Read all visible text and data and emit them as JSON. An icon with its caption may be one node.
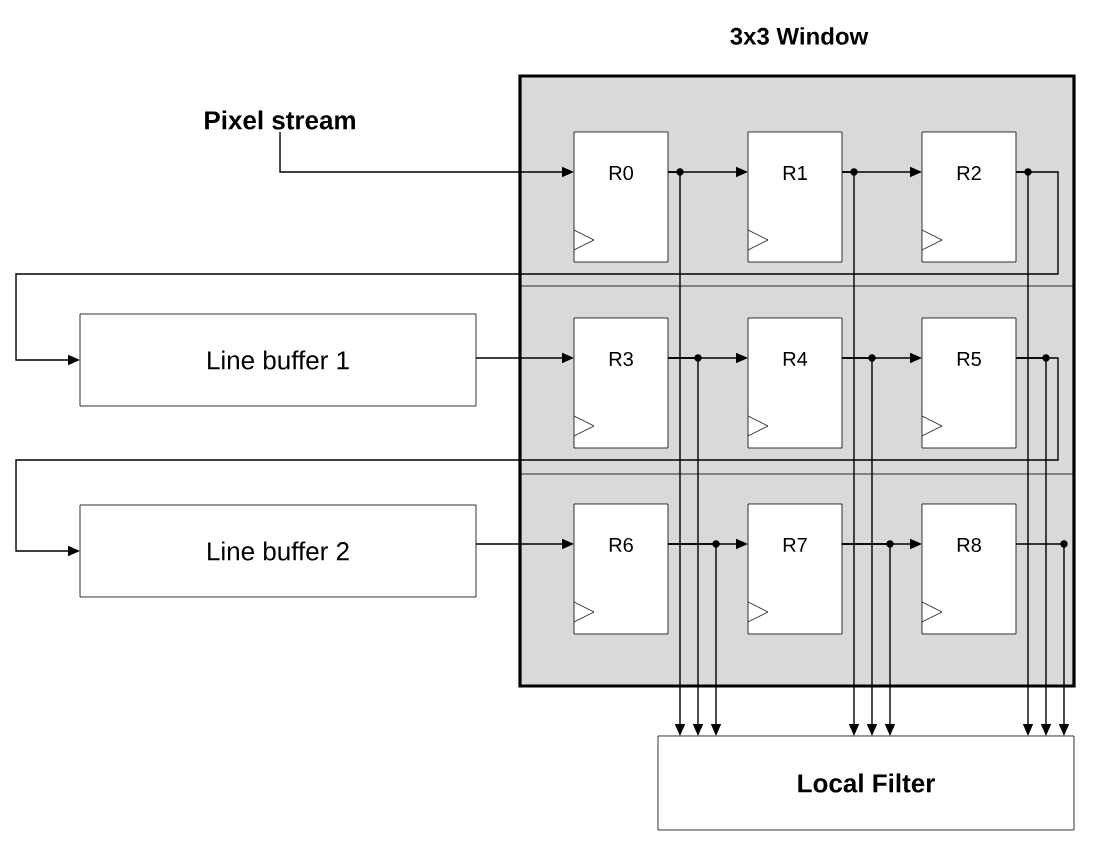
{
  "diagram": {
    "nodes": [
      {
        "text": [
          "3x3 Window"
        ]
      },
      {
        "text": [
          "R0"
        ],
        "in": 0
      },
      {
        "text": [
          "R1"
        ],
        "in": 0
      },
      {
        "text": [
          "R2"
        ],
        "in": 0
      },
      {
        "text": [
          "R3"
        ],
        "in": 0
      },
      {
        "text": [
          "R4"
        ],
        "in": 0
      },
      {
        "text": [
          "R5"
        ],
        "in": 0
      },
      {
        "text": [
          "R6"
        ],
        "in": 0
      },
      {
        "text": [
          "R7"
        ],
        "in": 0
      },
      {
        "text": [
          "R8"
        ],
        "in": 0
      },
      {
        "text": [
          "Pixel stream"
        ]
      },
      {
        "text": [
          "Line buffer 1"
        ]
      },
      {
        "text": [
          "Line buffer 2"
        ]
      },
      {
        "text": [
          "Local Filter"
        ]
      }
    ],
    "edges": [
      {
        "from": 10,
        "to": 1,
        "arrow": "to"
      },
      {
        "from": 1,
        "to": 2,
        "arrow": "to"
      },
      {
        "from": 2,
        "to": 3,
        "arrow": "to"
      },
      {
        "from": 3,
        "to": 11,
        "arrow": "to"
      },
      {
        "from": 11,
        "to": 4,
        "arrow": "to"
      },
      {
        "from": 4,
        "to": 5,
        "arrow": "to"
      },
      {
        "from": 5,
        "to": 6,
        "arrow": "to"
      },
      {
        "from": 6,
        "to": 12,
        "arrow": "to"
      },
      {
        "from": 12,
        "to": 7,
        "arrow": "to"
      },
      {
        "from": 7,
        "to": 8,
        "arrow": "to"
      },
      {
        "from": 8,
        "to": 9,
        "arrow": "to"
      },
      {
        "from": 1,
        "to": 13,
        "arrow": "to"
      },
      {
        "from": 2,
        "to": 13,
        "arrow": "to"
      },
      {
        "from": 3,
        "to": 13,
        "arrow": "to"
      },
      {
        "from": 4,
        "to": 13,
        "arrow": "to"
      },
      {
        "from": 5,
        "to": 13,
        "arrow": "to"
      },
      {
        "from": 6,
        "to": 13,
        "arrow": "to"
      },
      {
        "from": 7,
        "to": 13,
        "arrow": "to"
      },
      {
        "from": 8,
        "to": 13,
        "arrow": "to"
      },
      {
        "from": 9,
        "to": 13,
        "arrow": "to"
      }
    ]
  }
}
